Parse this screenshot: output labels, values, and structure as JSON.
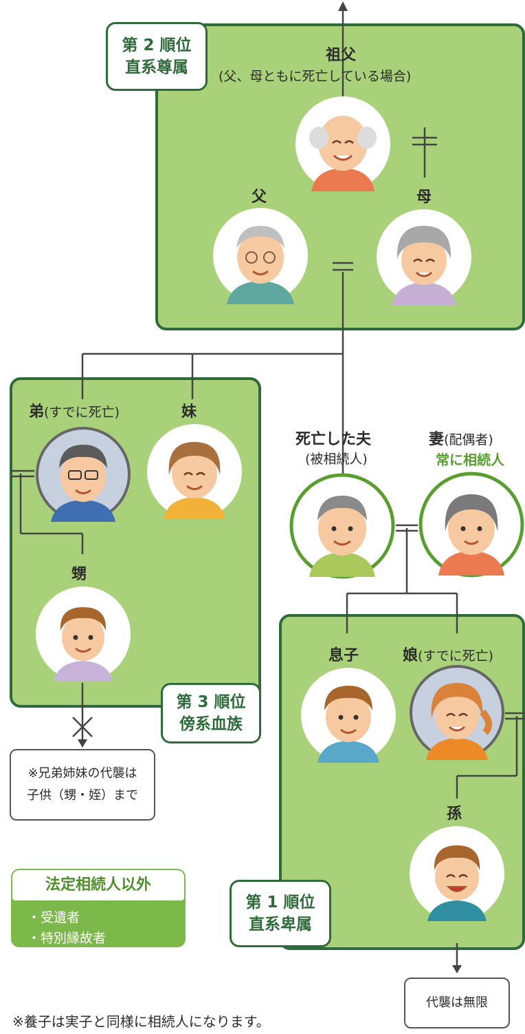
{
  "rank2": {
    "line1": "第 2 順位",
    "line2": "直系尊属"
  },
  "rank3": {
    "line1": "第 3 順位",
    "line2": "傍系血族"
  },
  "rank1": {
    "line1": "第 1 順位",
    "line2": "直系卑属"
  },
  "grandfather": {
    "name": "祖父",
    "note": "(父、母ともに死亡している場合)"
  },
  "father": {
    "name": "父"
  },
  "mother": {
    "name": "母"
  },
  "younger_brother": {
    "name": "弟",
    "note": "(すでに死亡)"
  },
  "younger_sister": {
    "name": "妹"
  },
  "nephew": {
    "name": "甥"
  },
  "deceased_husband": {
    "name": "死亡した夫",
    "note": "(被相続人)"
  },
  "wife": {
    "name": "妻",
    "note": "(配偶者)",
    "status": "常に相続人"
  },
  "son": {
    "name": "息子"
  },
  "daughter": {
    "name": "娘",
    "note": "(すでに死亡)"
  },
  "grandchild": {
    "name": "孫"
  },
  "sibling_note": {
    "line1": "※兄弟姉妹の代襲は",
    "line2": "子供（甥・姪）まで"
  },
  "unlimited_note": {
    "text": "代襲は無限"
  },
  "non_heirs": {
    "title": "法定相続人以外",
    "items": [
      "・受遺者",
      "・特別縁故者"
    ]
  },
  "footnote": "※養子は実子と同様に相続人になります。",
  "colors": {
    "box_fill": "#a9d17a",
    "border": "#2f6a3a",
    "accent": "#5a9e32",
    "other_fill": "#7db84a"
  }
}
